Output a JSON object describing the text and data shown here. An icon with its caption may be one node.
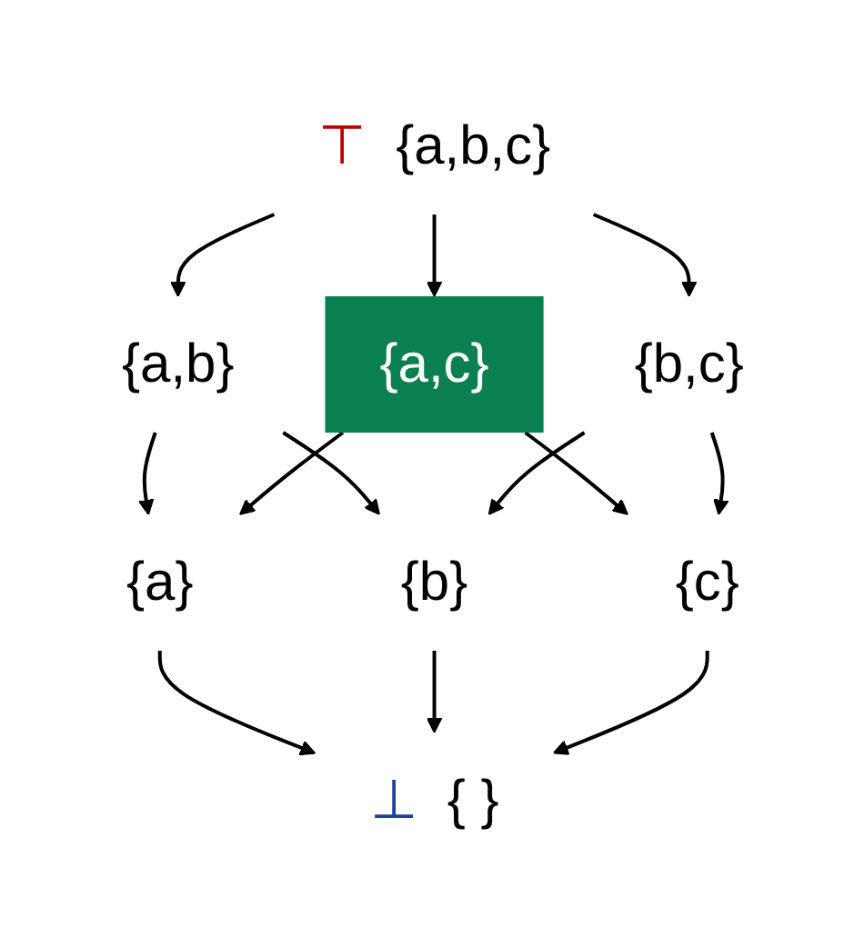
{
  "diagram": {
    "nodes": [
      {
        "text": [
          "{a,b,c}"
        ],
        "beside": [
          "⊤"
        ]
      },
      {
        "text": [
          "{a,b}"
        ]
      },
      {
        "text": [
          "{a,c}"
        ]
      },
      {
        "text": [
          "{b,c}"
        ]
      },
      {
        "text": [
          "{a}"
        ]
      },
      {
        "text": [
          "{b}"
        ]
      },
      {
        "text": [
          "{c}"
        ]
      },
      {
        "text": [
          "{ }"
        ],
        "beside": [
          "⊥"
        ]
      }
    ],
    "edges": [
      {
        "from": 0,
        "to": 1,
        "arrow": "to"
      },
      {
        "from": 0,
        "to": 2,
        "arrow": "to"
      },
      {
        "from": 0,
        "to": 3,
        "arrow": "to"
      },
      {
        "from": 1,
        "to": 4,
        "arrow": "to"
      },
      {
        "from": 1,
        "to": 5,
        "arrow": "to"
      },
      {
        "from": 2,
        "to": 4,
        "arrow": "to"
      },
      {
        "from": 2,
        "to": 6,
        "arrow": "to"
      },
      {
        "from": 3,
        "to": 5,
        "arrow": "to"
      },
      {
        "from": 3,
        "to": 6,
        "arrow": "to"
      },
      {
        "from": 4,
        "to": 7,
        "arrow": "to"
      },
      {
        "from": 5,
        "to": 7,
        "arrow": "to"
      },
      {
        "from": 6,
        "to": 7,
        "arrow": "to"
      }
    ]
  }
}
